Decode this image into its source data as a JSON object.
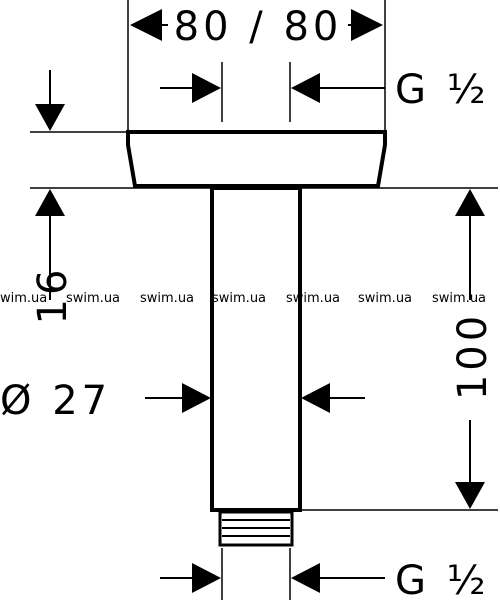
{
  "dimensions": {
    "top_width": "80 / 80",
    "thread_top": "G ½",
    "thread_bottom": "G ½",
    "flange_height": "16",
    "length": "100",
    "diameter": "Ø 27"
  },
  "watermark": [
    "wim.ua",
    "swim.ua",
    "swim.ua",
    "swim.ua",
    "swim.ua",
    "swim.ua",
    "swim.ua"
  ]
}
